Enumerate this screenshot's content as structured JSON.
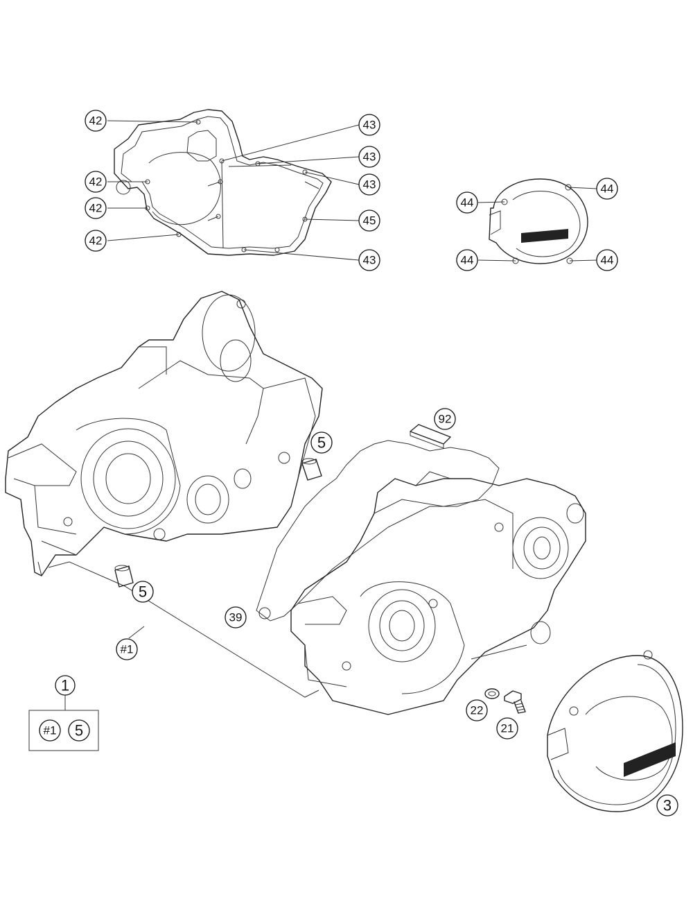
{
  "callouts": {
    "c42a": "42",
    "c42b": "42",
    "c42c": "42",
    "c42d": "42",
    "c43a": "43",
    "c43b": "43",
    "c43c": "43",
    "c43d": "43",
    "c45": "45",
    "c44a": "44",
    "c44b": "44",
    "c44c": "44",
    "c44d": "44",
    "c92": "92",
    "c5a": "5",
    "c5b": "5",
    "c39": "39",
    "c1ref": "#1",
    "c1": "1",
    "kit1ref": "#1",
    "kit5": "5",
    "c22": "22",
    "c21": "21",
    "c3": "3"
  },
  "colors": {
    "line": "#222222",
    "background": "#ffffff"
  }
}
